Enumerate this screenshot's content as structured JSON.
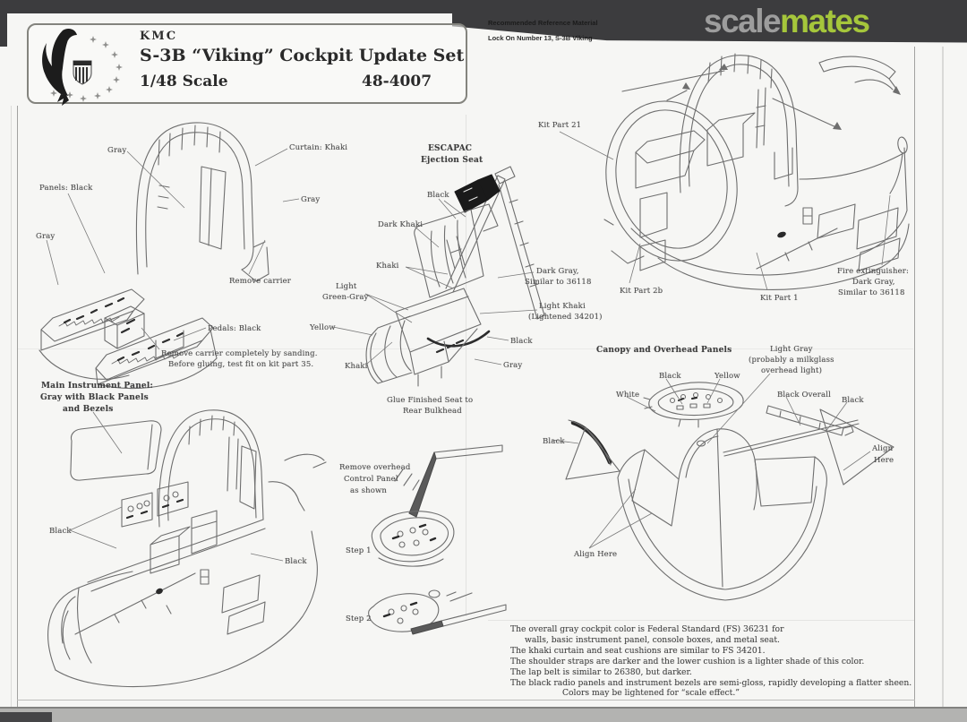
{
  "scan": {
    "topbar_note_line1": "Recommended Reference Material",
    "topbar_note_line2": "Lock On Number 13, S-3B Viking",
    "watermark_scale": "scale",
    "watermark_mates": "mates"
  },
  "header": {
    "brand": "KMC",
    "title": "S-3B “Viking” Cockpit Update Set",
    "scale": "1/48 Scale",
    "set_number": "48-4007"
  },
  "cockpit_tub": {
    "gray_top": "Gray",
    "panels_black": "Panels:  Black",
    "gray_left": "Gray",
    "curtain_khaki": "Curtain:  Khaki",
    "gray_right": "Gray",
    "remove_carrier": "Remove carrier",
    "pedals_black": "Pedals:  Black",
    "note_line1": "Remove carrier completely by sanding.",
    "note_line2": "Before gluing, test fit on kit part 35."
  },
  "ejection_seat": {
    "title_line1": "ESCAPAC",
    "title_line2": "Ejection Seat",
    "black_headrest": "Black",
    "dark_khaki": "Dark Khaki",
    "khaki_straps": "Khaki",
    "light_green_gray_line1": "Light",
    "light_green_gray_line2": "Green-Gray",
    "yellow": "Yellow",
    "khaki_cushion": "Khaki",
    "dark_gray_line1": "Dark Gray,",
    "dark_gray_line2": "Similar to 36118",
    "light_khaki_line1": "Light Khaki",
    "light_khaki_line2": "(Lightened 34201)",
    "black_frame": "Black",
    "gray_base": "Gray",
    "glue_note_line1": "Glue Finished Seat to",
    "glue_note_line2": "Rear Bulkhead"
  },
  "fuselage": {
    "kit_part_21": "Kit Part 21",
    "kit_part_2b": "Kit Part 2b",
    "kit_part_1": "Kit Part 1",
    "fire_line1": "Fire extinguisher:",
    "fire_line2": "Dark Gray,",
    "fire_line3": "Similar to 36118"
  },
  "canopy": {
    "title": "Canopy and Overhead Panels",
    "light_gray_line1": "Light Gray",
    "light_gray_line2": "(probably a milkglass",
    "light_gray_line3": "overhead light)",
    "black_panel": "Black",
    "yellow": "Yellow",
    "white": "White",
    "black_overall": "Black Overall",
    "black_right": "Black",
    "black_left": "Black",
    "align_right_line1": "Align",
    "align_right_line2": "Here",
    "align_bottom": "Align Here"
  },
  "instrument_panel": {
    "title_line1": "Main Instrument Panel:",
    "title_line2": "Gray with Black Panels",
    "title_line3": "and Bezels",
    "black_left": "Black",
    "black_right": "Black"
  },
  "overhead_removal": {
    "note_line1": "Remove overhead",
    "note_line2": "Control Panel",
    "note_line3": "as shown",
    "step1": "Step 1",
    "step2": "Step 2"
  },
  "painting_notes": {
    "lines": [
      "The overall gray cockpit color is Federal Standard (FS) 36231 for",
      "walls, basic instrument panel, console boxes, and metal seat.",
      "The khaki curtain and seat cushions are similar to FS 34201.",
      "The shoulder straps are darker and the lower cushion is a lighter shade of this color.",
      "The lap belt is similar to 26380, but darker.",
      "The black radio panels and instrument bezels are semi-gloss, rapidly developing a flatter sheen.",
      "Colors may be lightened for “scale effect.”"
    ]
  },
  "colors": {
    "watermark_gray": "#9d9d9d",
    "watermark_green": "#a5c63b",
    "scan_bar": "#3c3c3e",
    "paper": "#f6f6f4",
    "ink": "#4a4a4a"
  }
}
